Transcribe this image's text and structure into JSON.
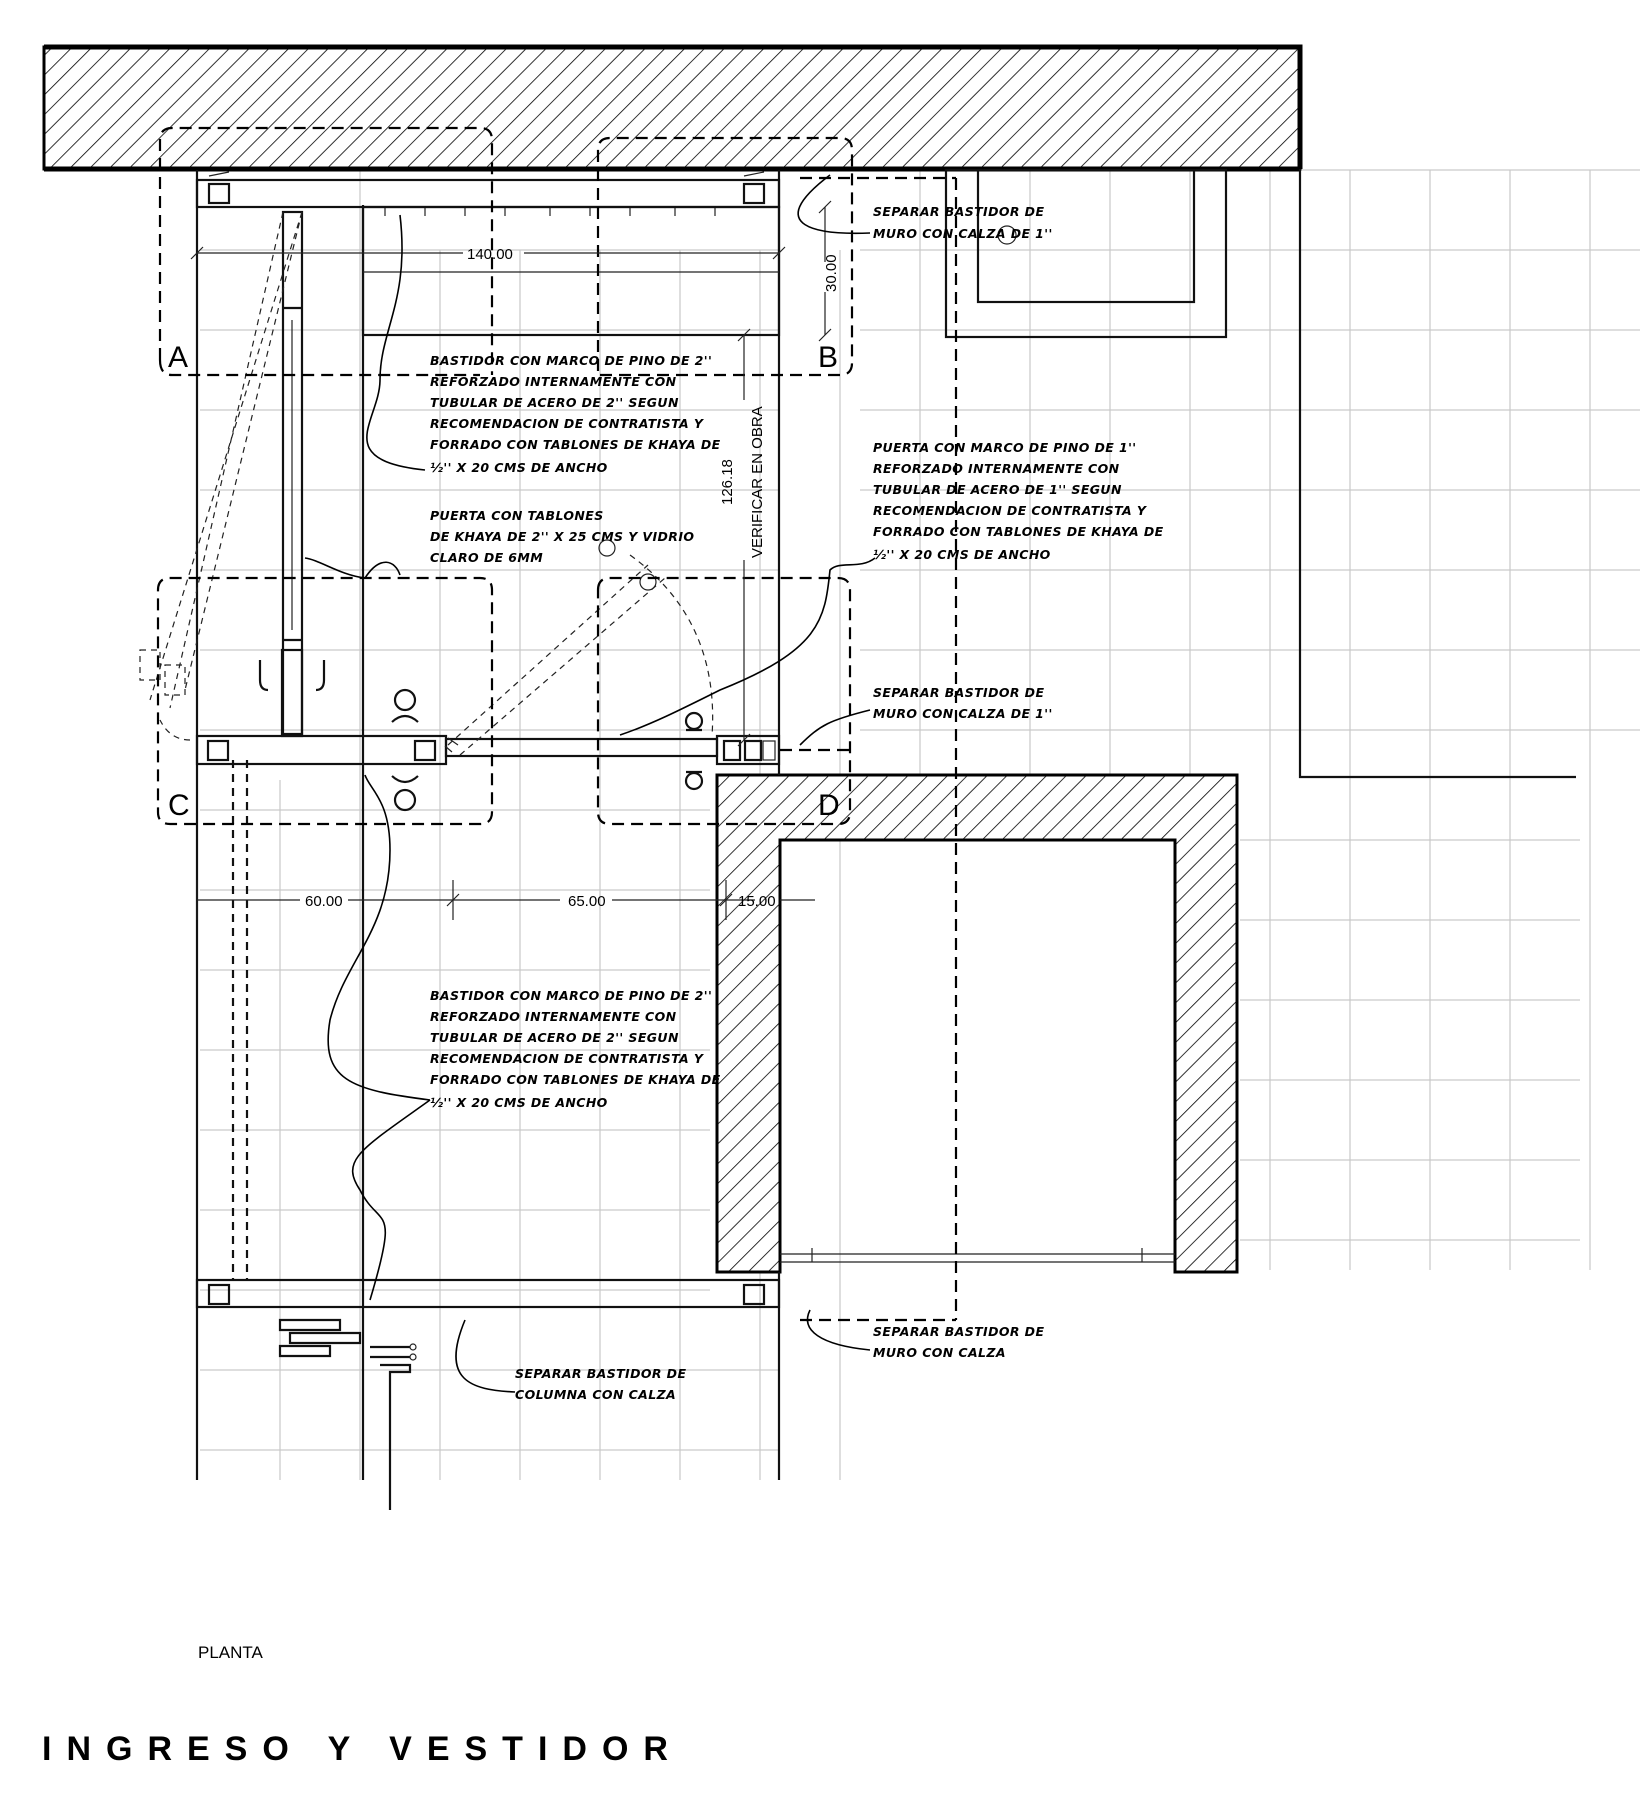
{
  "title": "INGRESO Y VESTIDOR",
  "view_label": "PLANTA",
  "sections": {
    "a": "A",
    "b": "B",
    "c": "C",
    "d": "D"
  },
  "dimensions": {
    "top_width": "140.00",
    "top_depth": "30.00",
    "height": "126.18",
    "height_note": "VERIFICAR EN OBRA",
    "left_span": "60.00",
    "mid_span": "65.00",
    "right_span": "15.00"
  },
  "notes": {
    "calza_top": [
      "SEPARAR BASTIDOR DE",
      "MURO CON CALZA DE 1''"
    ],
    "bastidor_top": [
      "BASTIDOR CON MARCO DE PINO DE 2''",
      "REFORZADO INTERNAMENTE CON",
      "TUBULAR DE ACERO DE 2'' SEGUN",
      "RECOMENDACION DE CONTRATISTA Y",
      "FORRADO CON TABLONES DE KHAYA DE",
      "½'' X 20 CMS DE ANCHO"
    ],
    "puerta_vidrio": [
      "PUERTA CON TABLONES",
      "DE KHAYA DE 2'' X 25 CMS Y VIDRIO",
      "CLARO DE 6MM"
    ],
    "puerta_right": [
      "PUERTA CON MARCO DE PINO DE 1''",
      "REFORZADO INTERNAMENTE CON",
      "TUBULAR DE ACERO DE 1'' SEGUN",
      "RECOMENDACION DE CONTRATISTA Y",
      "FORRADO CON TABLONES DE KHAYA DE",
      "½'' X 20 CMS DE ANCHO"
    ],
    "calza_mid": [
      "SEPARAR BASTIDOR DE",
      "MURO CON CALZA DE 1''"
    ],
    "bastidor_bottom": [
      "BASTIDOR CON MARCO DE PINO DE 2''",
      "REFORZADO INTERNAMENTE CON",
      "TUBULAR DE ACERO DE 2'' SEGUN",
      "RECOMENDACION DE CONTRATISTA Y",
      "FORRADO CON TABLONES DE KHAYA DE",
      "½'' X 20 CMS DE ANCHO"
    ],
    "calza_bottom": [
      "SEPARAR BASTIDOR DE",
      "MURO CON CALZA"
    ],
    "calza_columna": [
      "SEPARAR BASTIDOR DE",
      "COLUMNA CON CALZA"
    ]
  }
}
